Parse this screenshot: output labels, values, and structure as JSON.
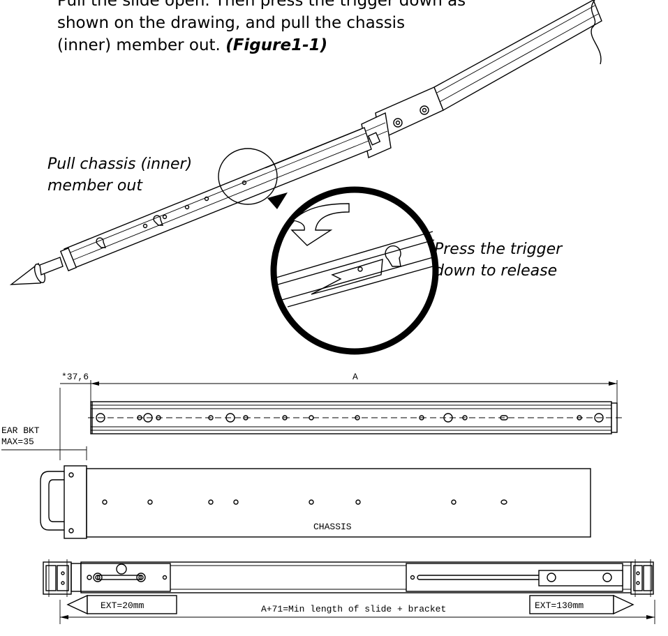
{
  "instructions": {
    "line1": "Pull the slide open. Then press the trigger down as",
    "line2": "shown on the drawing, and pull the chassis",
    "line3_prefix": "(inner) member out. ",
    "figure_ref": "(Figure1-1)"
  },
  "callouts": {
    "pull_line1": "Pull chassis (inner)",
    "pull_line2": "member out",
    "press_line1": "Press the trigger",
    "press_line2": "down to release"
  },
  "dimensions": {
    "offset": "*37,6",
    "length_a": "A",
    "ear_bkt_line1": "EAR BKT",
    "ear_bkt_line2": "MAX=35",
    "chassis": "CHASSIS",
    "ext_left": "EXT=20mm",
    "ext_right": "EXT=130mm",
    "total": "A+71=Min length of slide + bracket"
  }
}
